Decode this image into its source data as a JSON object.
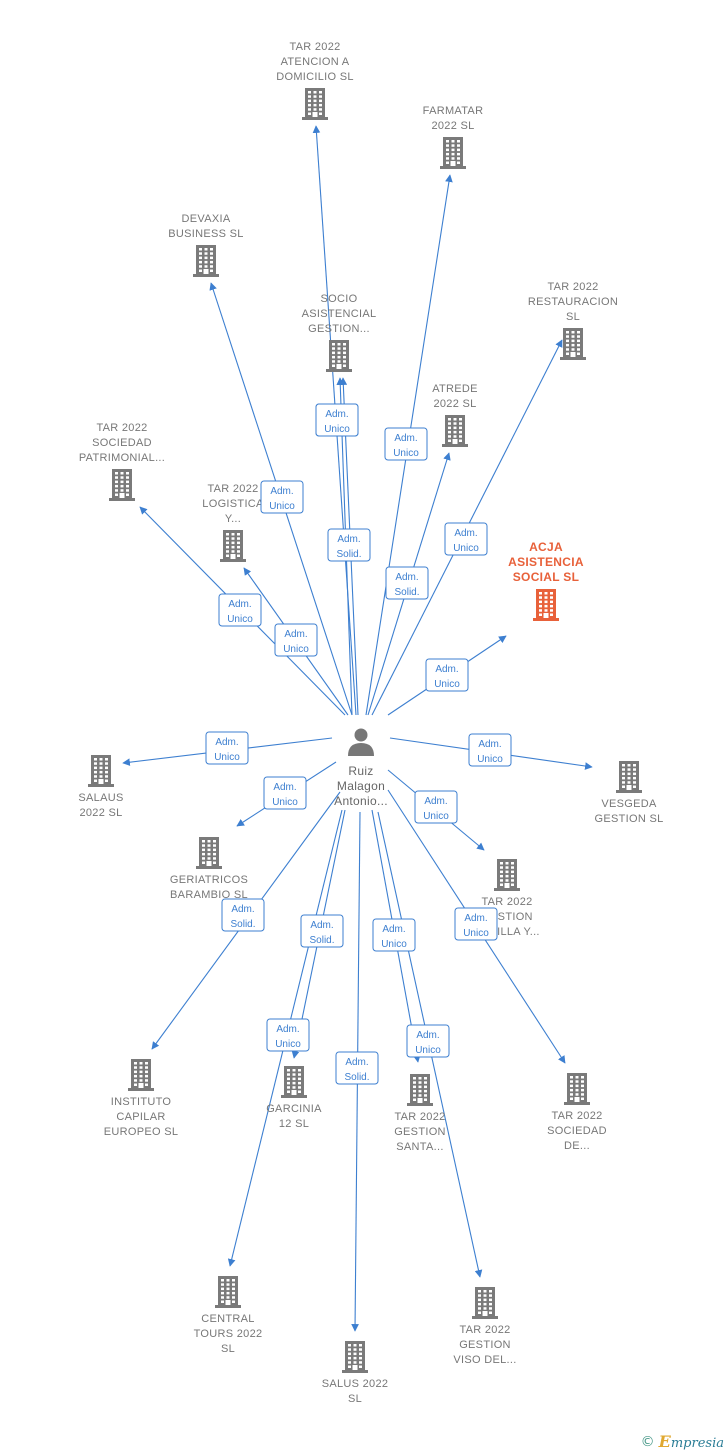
{
  "person": {
    "label": [
      "Ruiz",
      "Malagon",
      "Antonio..."
    ],
    "icon": "person-icon"
  },
  "companies": [
    {
      "id": "tar-2022-atencion-a-domicilio-sl",
      "label": [
        "TAR 2022",
        "ATENCION A",
        "DOMICILIO  SL"
      ],
      "icon": "building-icon",
      "highlighted": false
    },
    {
      "id": "farmatar-2022-sl",
      "label": [
        "FARMATAR",
        "2022  SL"
      ],
      "icon": "building-icon",
      "highlighted": false
    },
    {
      "id": "devaxia-business-sl",
      "label": [
        "DEVAXIA",
        "BUSINESS  SL"
      ],
      "icon": "building-icon",
      "highlighted": false
    },
    {
      "id": "socio-asistencial-gestion",
      "label": [
        "SOCIO",
        "ASISTENCIAL",
        "GESTION..."
      ],
      "icon": "building-icon",
      "highlighted": false
    },
    {
      "id": "tar-2022-restauracion-sl",
      "label": [
        "TAR 2022",
        "RESTAURACION",
        "SL"
      ],
      "icon": "building-icon",
      "highlighted": false
    },
    {
      "id": "atrede-2022-sl",
      "label": [
        "ATREDE",
        "2022  SL"
      ],
      "icon": "building-icon",
      "highlighted": false
    },
    {
      "id": "tar-2022-sociedad-patrimonial",
      "label": [
        "TAR 2022",
        "SOCIEDAD",
        "PATRIMONIAL..."
      ],
      "icon": "building-icon",
      "highlighted": false
    },
    {
      "id": "tar-2022-logistica-y",
      "label": [
        "TAR 2022",
        "LOGISTICA",
        "Y..."
      ],
      "icon": "building-icon",
      "highlighted": false
    },
    {
      "id": "acja-asistencia-social-sl",
      "label": [
        "ACJA",
        "ASISTENCIA",
        "SOCIAL  SL"
      ],
      "icon": "building-icon",
      "highlighted": true
    },
    {
      "id": "salaus-2022-sl",
      "label": [
        "SALAUS",
        "2022  SL"
      ],
      "icon": "building-icon",
      "highlighted": false
    },
    {
      "id": "vesgeda-gestion-sl",
      "label": [
        "VESGEDA",
        "GESTION  SL"
      ],
      "icon": "building-icon",
      "highlighted": false
    },
    {
      "id": "geriatricos-barambio-sl",
      "label": [
        "GERIATRICOS",
        "BARAMBIO  SL"
      ],
      "icon": "building-icon",
      "highlighted": false
    },
    {
      "id": "tar-2022-gestion-sevilla-y",
      "label": [
        "TAR 2022",
        "GESTION",
        "SEVILLA Y..."
      ],
      "icon": "building-icon",
      "highlighted": false
    },
    {
      "id": "instituto-capilar-europeo-sl",
      "label": [
        "INSTITUTO",
        "CAPILAR",
        "EUROPEO  SL"
      ],
      "icon": "building-icon",
      "highlighted": false
    },
    {
      "id": "garcinia-12-sl",
      "label": [
        "GARCINIA",
        "12  SL"
      ],
      "icon": "building-icon",
      "highlighted": false
    },
    {
      "id": "tar-2022-gestion-santa",
      "label": [
        "TAR 2022",
        "GESTION",
        "SANTA..."
      ],
      "icon": "building-icon",
      "highlighted": false
    },
    {
      "id": "tar-2022-sociedad-de",
      "label": [
        "TAR 2022",
        "SOCIEDAD",
        "DE..."
      ],
      "icon": "building-icon",
      "highlighted": false
    },
    {
      "id": "central-tours-2022-sl",
      "label": [
        "CENTRAL",
        "TOURS 2022",
        "SL"
      ],
      "icon": "building-icon",
      "highlighted": false
    },
    {
      "id": "salus-2022-sl",
      "label": [
        "SALUS 2022",
        "SL"
      ],
      "icon": "building-icon",
      "highlighted": false
    },
    {
      "id": "tar-2022-gestion-viso-del",
      "label": [
        "TAR 2022",
        "GESTION",
        "VISO DEL..."
      ],
      "icon": "building-icon",
      "highlighted": false
    }
  ],
  "relations": [
    {
      "target": "tar-2022-atencion-a-domicilio-sl",
      "label": [
        "Adm.",
        "Unico"
      ]
    },
    {
      "target": "farmatar-2022-sl",
      "label": [
        "Adm.",
        "Unico"
      ]
    },
    {
      "target": "devaxia-business-sl",
      "label": [
        "Adm.",
        "Unico"
      ]
    },
    {
      "target": "socio-asistencial-gestion",
      "label": [
        "Adm.",
        "Solid."
      ]
    },
    {
      "target": "tar-2022-restauracion-sl",
      "label": [
        "Adm.",
        "Unico"
      ]
    },
    {
      "target": "atrede-2022-sl",
      "label": [
        "Adm.",
        "Solid."
      ]
    },
    {
      "target": "tar-2022-sociedad-patrimonial",
      "label": [
        "Adm.",
        "Unico"
      ]
    },
    {
      "target": "tar-2022-logistica-y",
      "label": [
        "Adm.",
        "Unico"
      ]
    },
    {
      "target": "acja-asistencia-social-sl",
      "label": [
        "Adm.",
        "Unico"
      ]
    },
    {
      "target": "salaus-2022-sl",
      "label": [
        "Adm.",
        "Unico"
      ]
    },
    {
      "target": "vesgeda-gestion-sl",
      "label": [
        "Adm.",
        "Unico"
      ]
    },
    {
      "target": "geriatricos-barambio-sl",
      "label": [
        "Adm.",
        "Unico"
      ]
    },
    {
      "target": "tar-2022-gestion-sevilla-y",
      "label": [
        "Adm.",
        "Unico"
      ]
    },
    {
      "target": "instituto-capilar-europeo-sl",
      "label": [
        "Adm.",
        "Solid."
      ]
    },
    {
      "target": "garcinia-12-sl",
      "label": [
        "Adm.",
        "Solid."
      ]
    },
    {
      "target": "tar-2022-gestion-santa",
      "label": [
        "Adm.",
        "Unico"
      ]
    },
    {
      "target": "tar-2022-sociedad-de",
      "label": [
        "Adm.",
        "Unico"
      ]
    },
    {
      "target": "central-tours-2022-sl",
      "label": [
        "Adm.",
        "Unico"
      ]
    },
    {
      "target": "salus-2022-sl",
      "label": [
        "Adm.",
        "Solid."
      ]
    },
    {
      "target": "tar-2022-gestion-viso-del",
      "label": [
        "Adm.",
        "Unico"
      ]
    },
    {
      "target": "socio-asistencial-gestion",
      "label": [
        "Adm.",
        "Unico"
      ]
    }
  ],
  "colors": {
    "edge": "#3d7fd0",
    "building": "#7a7a7a",
    "building_highlight": "#e8613a",
    "person": "#777777",
    "label": "#777777"
  },
  "footer": {
    "copyright": "©",
    "brand_initial": "E",
    "brand_rest": "mpresia"
  }
}
